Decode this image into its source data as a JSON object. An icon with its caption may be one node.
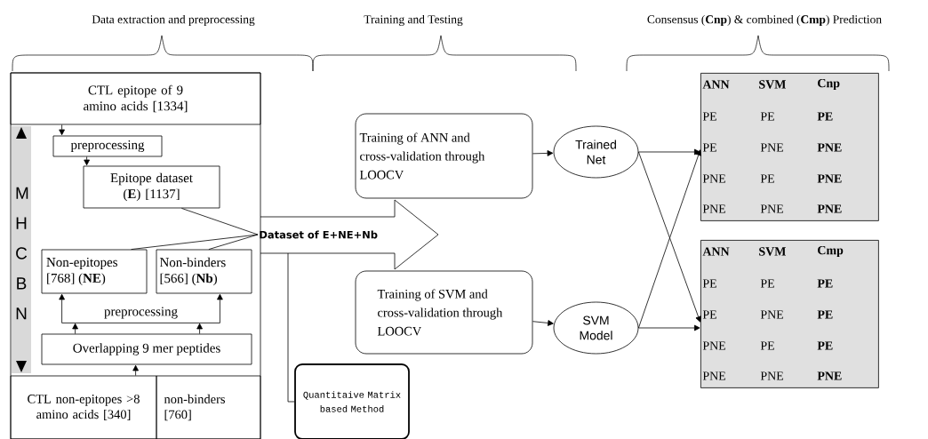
{
  "diagram": {
    "nodes": [
      {
        "text": [
          "CTL epitope of 9 amino acids [1334]"
        ]
      },
      {
        "text": [
          "preprocessing"
        ]
      },
      {
        "text": [
          "Epitope dataset (**E**) [1137]"
        ]
      },
      {
        "text": [
          "Dataset of E+NE+Nb"
        ]
      },
      {
        "text": [
          "Non-epitopes [768] (**NE**)"
        ]
      },
      {
        "text": [
          "Non-binders [566] (**Nb**)"
        ]
      },
      {
        "text": [
          "preprocessing"
        ]
      },
      {
        "text": [
          "Overlapping 9 mer peptides"
        ]
      },
      {
        "text": [
          "CTL non-epitopes >8 amino acids [340]"
        ]
      },
      {
        "text": [
          "non-binders [760]"
        ]
      },
      {
        "text": [
          "M H C B N"
        ]
      },
      {
        "text": [
          "Training of ANN and cross-validation through LOOCV"
        ]
      },
      {
        "text": [
          "Training of SVM and cross-validation through LOOCV"
        ]
      },
      {
        "text": [
          "Trained Net"
        ]
      },
      {
        "text": [
          "SVM Model"
        ]
      },
      {
        "text": [
          "Quantitaive Matrix based Method"
        ]
      },
      {
        "text": [
          "ANN",
          "SVM",
          "Cnp",
          "PE",
          "PE",
          "PE",
          "PE",
          "PNE",
          "PNE",
          "PNE",
          "PE",
          "PNE",
          "PNE",
          "PNE",
          "PNE"
        ]
      },
      {
        "text": [
          "ANN",
          "SVM",
          "Cmp",
          "PE",
          "PE",
          "PE",
          "PE",
          "PNE",
          "PE",
          "PNE",
          "PE",
          "PE",
          "PNE",
          "PNE",
          "PNE"
        ]
      }
    ],
    "edges": [
      {
        "from": 0,
        "to": 1,
        "arrow": "to"
      },
      {
        "from": 1,
        "to": 2,
        "arrow": "to"
      },
      {
        "from": 2,
        "to": 3,
        "arrow": "none"
      },
      {
        "from": 4,
        "to": 3,
        "arrow": "none"
      },
      {
        "from": 5,
        "to": 3,
        "arrow": "none"
      },
      {
        "from": 7,
        "to": 6,
        "arrow": "to"
      },
      {
        "from": 7,
        "to": 6,
        "arrow": "to"
      },
      {
        "from": 6,
        "to": 4,
        "arrow": "to"
      },
      {
        "from": 6,
        "to": 5,
        "arrow": "to"
      },
      {
        "from": 8,
        "to": 7,
        "arrow": "to"
      },
      {
        "from": 3,
        "to": 15,
        "arrow": "none"
      },
      {
        "from": 11,
        "to": 13,
        "arrow": "to"
      },
      {
        "from": 12,
        "to": 14,
        "arrow": "to"
      },
      {
        "from": 13,
        "to": 16,
        "arrow": "to"
      },
      {
        "from": 13,
        "to": 17,
        "arrow": "to"
      },
      {
        "from": 14,
        "to": 16,
        "arrow": "to"
      },
      {
        "from": 14,
        "to": 17,
        "arrow": "to"
      }
    ],
    "labels": [
      "Data extraction and preprocessing",
      "Training and Testing",
      "Consensus (**Cnp**) & combined (**Cmp**) Prediction"
    ]
  }
}
